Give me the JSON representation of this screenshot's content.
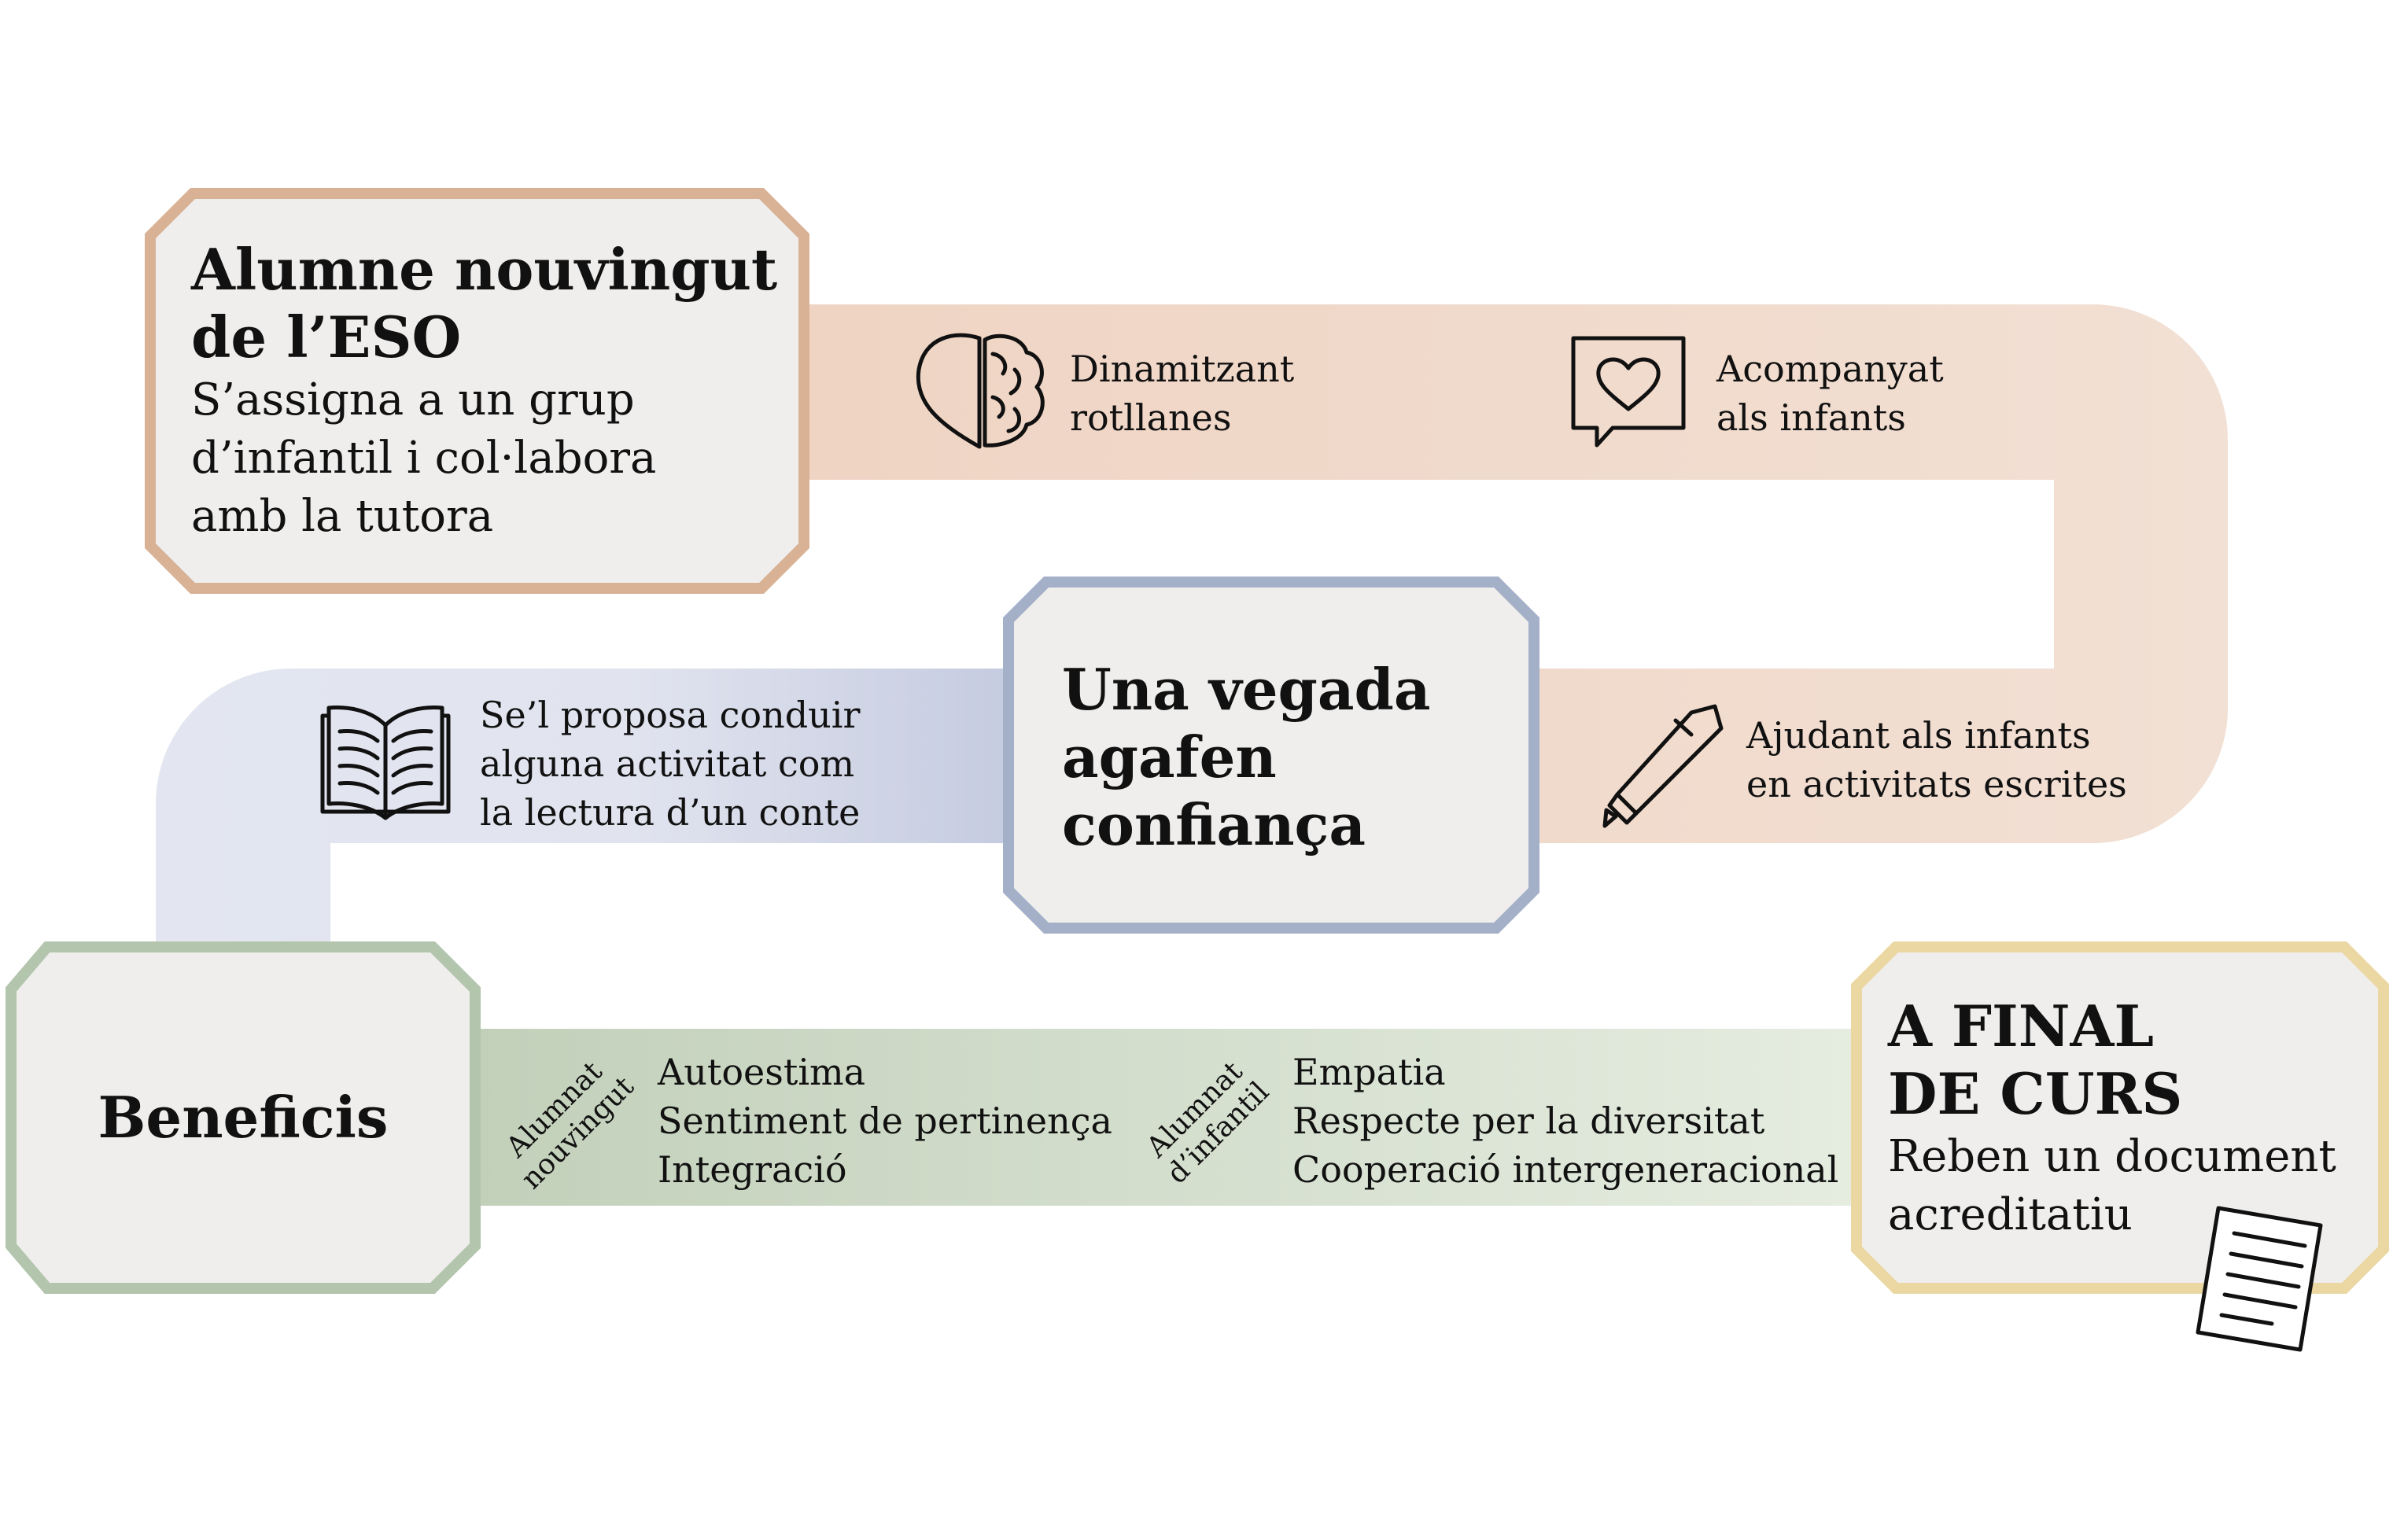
{
  "boxes": {
    "start": {
      "title_line1": "Alumne nouvingut",
      "title_line2": "de l’ESO",
      "sub_line1": "S’assigna a un grup",
      "sub_line2": "d’infantil i col·labora",
      "sub_line3": "amb la tutora"
    },
    "middle": {
      "line1": "Una vegada",
      "line2": "agafen",
      "line3": "confiança"
    },
    "benefits": {
      "title": "Beneficis"
    },
    "end": {
      "title_line1": "A FINAL",
      "title_line2": "DE CURS",
      "sub_line1": "Reben un document",
      "sub_line2": "acreditatiu"
    }
  },
  "steps": {
    "dinamitzant": {
      "icon": "heart-brain-icon",
      "line1": "Dinamitzant",
      "line2": "rotllanes"
    },
    "acompanyat": {
      "icon": "speech-heart-icon",
      "line1": "Acompanyat",
      "line2": "als infants"
    },
    "ajudant": {
      "icon": "pen-icon",
      "line1": "Ajudant als infants",
      "line2": "en activitats escrites"
    },
    "lectura": {
      "icon": "open-book-icon",
      "line1": "Se’l proposa conduir",
      "line2": "alguna activitat com",
      "line3": "la lectura d’un conte"
    }
  },
  "benefits": {
    "nouvingut": {
      "tag_line1": "Alumnat",
      "tag_line2": "nouvingut",
      "items": [
        "Autoestima",
        "Sentiment de pertinença",
        "Integració"
      ]
    },
    "infantil": {
      "tag_line1": "Alumnat",
      "tag_line2": "d’infantil",
      "items": [
        "Empatia",
        "Respecte per la diversitat",
        "Cooperació intergeneracional"
      ]
    }
  },
  "colors": {
    "orange_border": "#d9b296",
    "orange_band": "#f1ddd0",
    "blue_border": "#a4b0c8",
    "blue_band": "#e3e6f0",
    "green_border": "#b3c5ad",
    "green_band": "#dfe7d9",
    "yellow_border": "#ead7a2",
    "box_fill": "#efeeed"
  }
}
